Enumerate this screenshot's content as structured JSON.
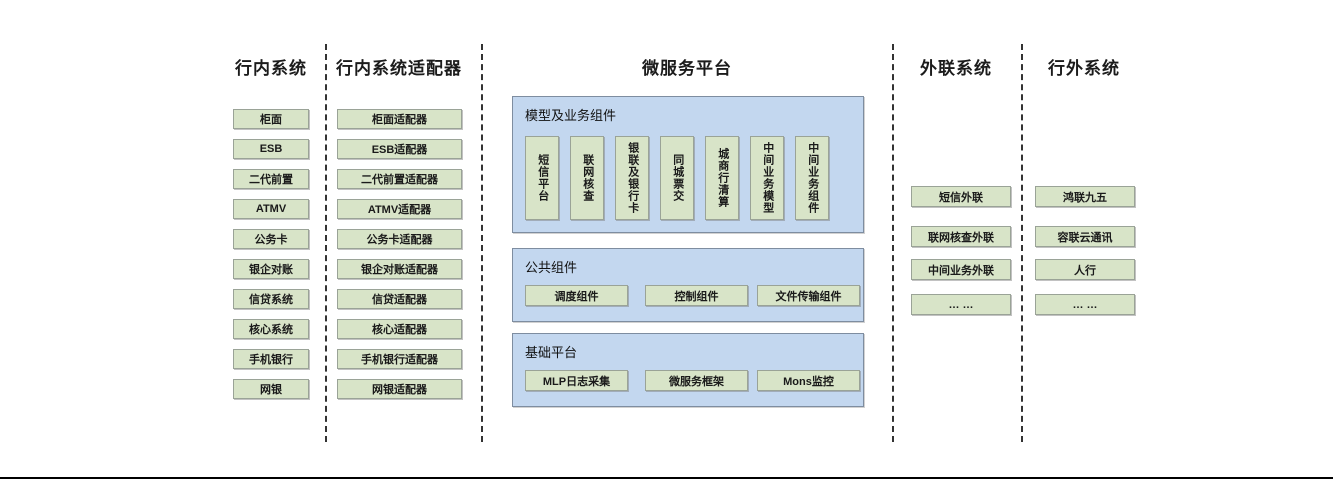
{
  "diagram": {
    "columns": [
      {
        "id": "internal-systems",
        "title": "行内系统",
        "items": [
          "柜面",
          "ESB",
          "二代前置",
          "ATMV",
          "公务卡",
          "银企对账",
          "信贷系统",
          "核心系统",
          "手机银行",
          "网银"
        ]
      },
      {
        "id": "internal-adapters",
        "title": "行内系统适配器",
        "items": [
          "柜面适配器",
          "ESB适配器",
          "二代前置适配器",
          "ATMV适配器",
          "公务卡适配器",
          "银企对账适配器",
          "信贷适配器",
          "核心适配器",
          "手机银行适配器",
          "网银适配器"
        ]
      },
      {
        "id": "microservice-platform",
        "title": "微服务平台",
        "groups": [
          {
            "id": "model-business-components",
            "label": "模型及业务组件",
            "orientation": "vertical",
            "items": [
              "短信平台",
              "联网核查",
              "银联及银行卡",
              "同城票交",
              "城商行清算",
              "中间业务模型",
              "中间业务组件"
            ]
          },
          {
            "id": "public-components",
            "label": "公共组件",
            "orientation": "horizontal",
            "items": [
              "调度组件",
              "控制组件",
              "文件传输组件"
            ]
          },
          {
            "id": "base-platform",
            "label": "基础平台",
            "orientation": "horizontal",
            "items": [
              "MLP日志采集",
              "微服务框架",
              "Mons监控"
            ]
          }
        ]
      },
      {
        "id": "external-link-systems",
        "title": "外联系统",
        "items": [
          "短信外联",
          "联网核查外联",
          "中间业务外联",
          "… …"
        ]
      },
      {
        "id": "outside-bank-systems",
        "title": "行外系统",
        "items": [
          "鸿联九五",
          "容联云通讯",
          "人行",
          "… …"
        ]
      }
    ],
    "colors": {
      "leaf_fill": "#d8e4c8",
      "leaf_border": "#9aa397",
      "group_fill": "#c3d7ef",
      "group_border": "#7e8da0",
      "divider": "#333333",
      "text": "#1a1a1a"
    }
  }
}
